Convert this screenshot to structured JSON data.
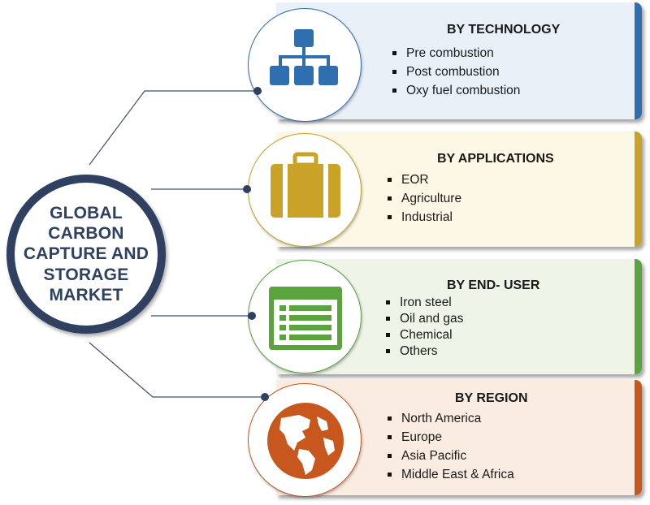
{
  "center": {
    "title": "GLOBAL\nCARBON\nCAPTURE AND\nSTORAGE\nMARKET"
  },
  "segments": [
    {
      "title": "BY TECHNOLOGY",
      "items": [
        "Pre combustion",
        "Post combustion",
        "Oxy fuel combustion"
      ],
      "icon": "hierarchy-icon",
      "color": "#2f6fb0",
      "panel_bg": "#e9f0f8"
    },
    {
      "title": "BY APPLICATIONS",
      "items": [
        "EOR",
        "Agriculture",
        "Industrial"
      ],
      "icon": "briefcase-icon",
      "color": "#c9a227",
      "panel_bg": "#fdf8e6"
    },
    {
      "title": "BY END- USER",
      "items": [
        "Iron steel",
        "Oil and gas",
        "Chemical",
        "Others"
      ],
      "icon": "list-window-icon",
      "color": "#5aa33e",
      "panel_bg": "#eef5e8"
    },
    {
      "title": "BY REGION",
      "items": [
        "North America",
        "Europe",
        "Asia Pacific",
        "Middle East & Africa"
      ],
      "icon": "globe-icon",
      "color": "#c8571d",
      "panel_bg": "#fbece2"
    }
  ],
  "colors": {
    "navy": "#2f4061",
    "line": "#3f4f6f"
  }
}
